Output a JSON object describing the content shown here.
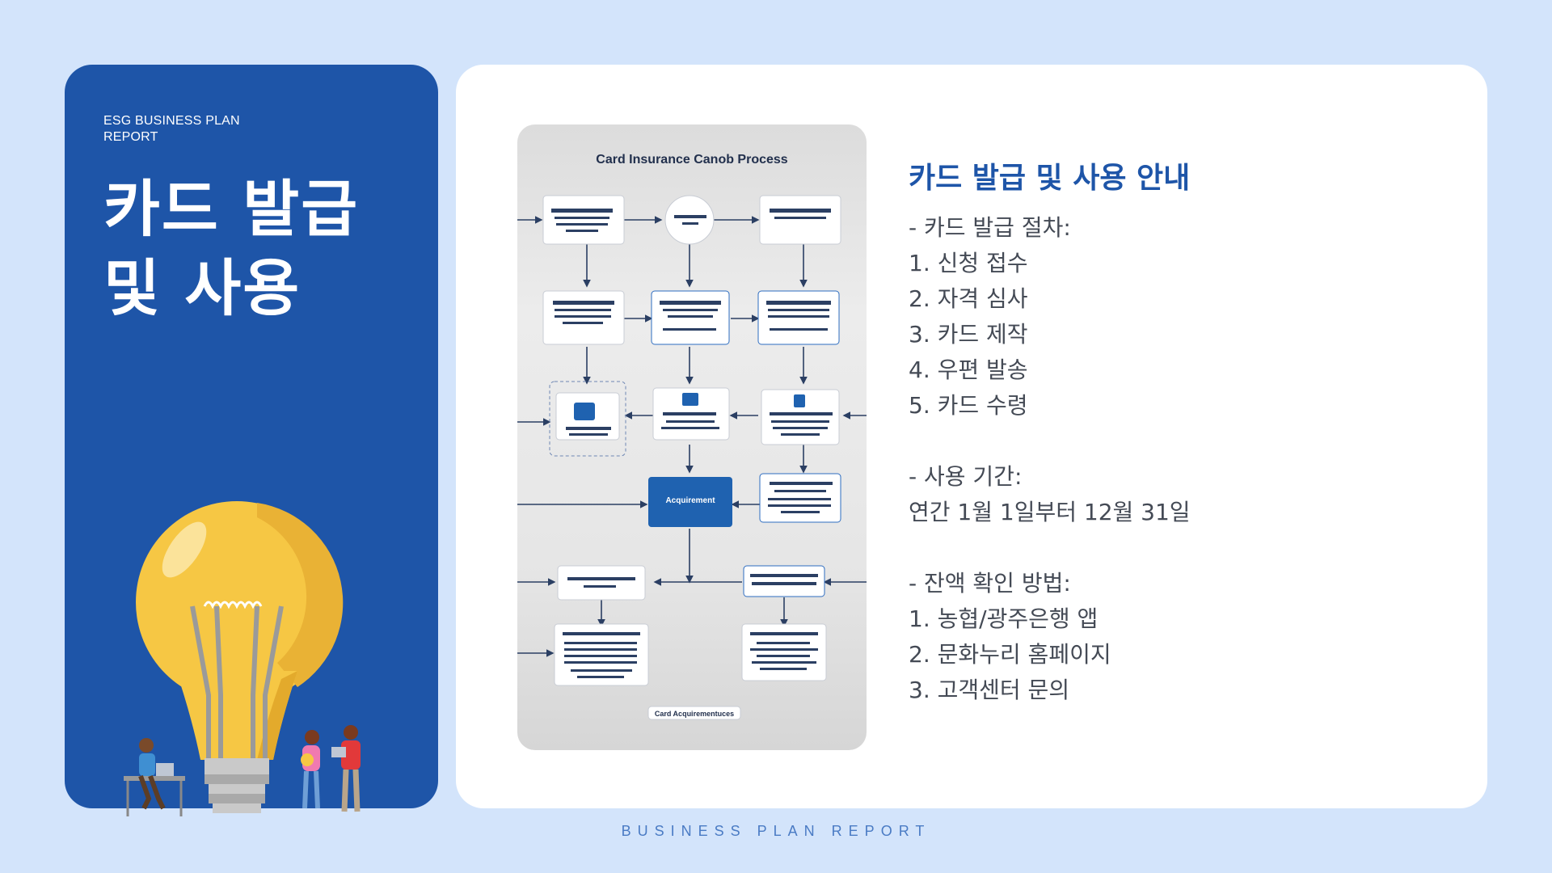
{
  "left": {
    "kicker": "ESG BUSINESS PLAN REPORT",
    "title_line1": "카드 발급",
    "title_line2": "및 사용"
  },
  "diagram": {
    "title": "Card Insurance Canob Process",
    "bottom_label": "Card Acquirementuces",
    "center_label": "Acquirement"
  },
  "info": {
    "heading": "카드 발급 및 사용 안내",
    "issuance_label": "- 카드 발급 절차:",
    "issuance_steps": [
      "1. 신청 접수",
      "2. 자격 심사",
      "3. 카드 제작",
      "4. 우편 발송",
      "5. 카드 수령"
    ],
    "period_label": "- 사용 기간:",
    "period_value": "연간 1월 1일부터 12월 31일",
    "balance_label": "- 잔액 확인 방법:",
    "balance_methods": [
      "1. 농협/광주은행 앱",
      "2. 문화누리 홈페이지",
      "3. 고객센터 문의"
    ]
  },
  "footer": "BUSINESS PLAN REPORT",
  "colors": {
    "background": "#d3e4fb",
    "panel_blue": "#1e55a8",
    "accent_text": "#1e55a8",
    "body_text": "#444a55"
  }
}
